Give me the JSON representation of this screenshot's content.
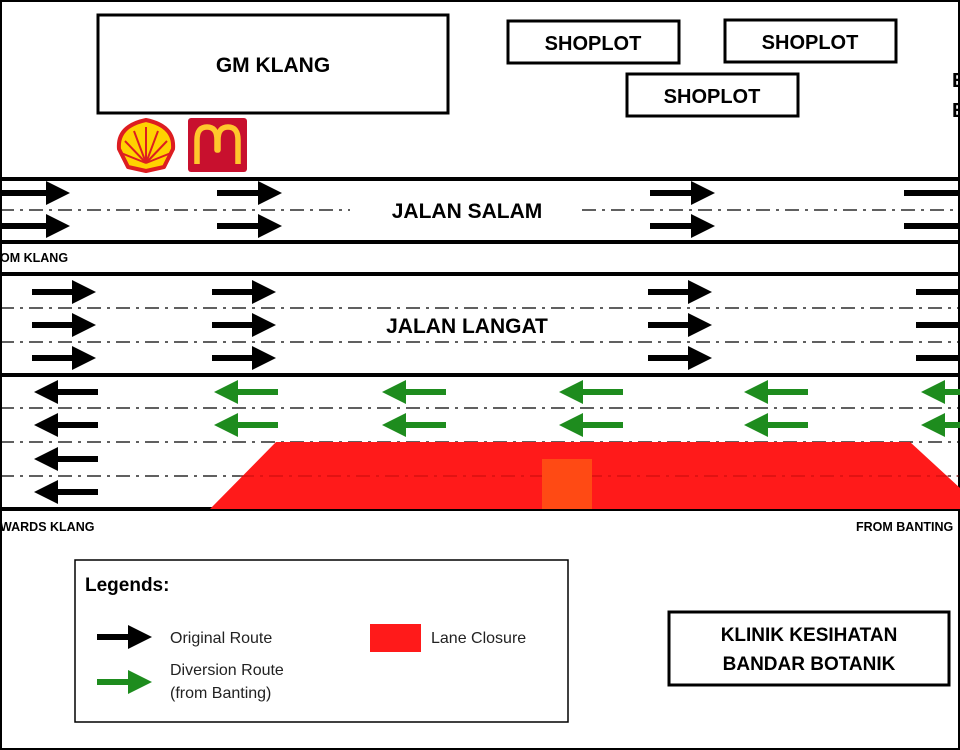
{
  "buildings": {
    "gm_klang": "GM KLANG",
    "shoplot_1": "SHOPLOT",
    "shoplot_2": "SHOPLOT",
    "shoplot_3": "SHOPLOT",
    "partial_right_1": "E",
    "partial_right_2": "E",
    "clinic_line1": "KLINIK KESIHATAN",
    "clinic_line2": "BANDAR BOTANIK"
  },
  "logos": {
    "shell": "shell-logo",
    "mcdonalds": "mcdonalds-logo"
  },
  "roads": {
    "salam": "JALAN SALAM",
    "langat": "JALAN LANGAT",
    "from_gm_klang": "OM KLANG",
    "towards_klang": "WARDS KLANG",
    "from_banting": "FROM BANTING"
  },
  "legend": {
    "title": "Legends:",
    "original_route": "Original Route",
    "diversion_route_line1": "Diversion Route",
    "diversion_route_line2": "(from Banting)",
    "lane_closure": "Lane Closure"
  },
  "colors": {
    "original_arrow": "#000000",
    "diversion_arrow": "#1e8c1e",
    "lane_closure": "#ff1a1a",
    "closure_marker": "#ff4a14",
    "shell_yellow": "#ffd200",
    "shell_red": "#dd1d21",
    "mcd_red": "#c8102e",
    "mcd_yellow": "#ffc72c"
  }
}
